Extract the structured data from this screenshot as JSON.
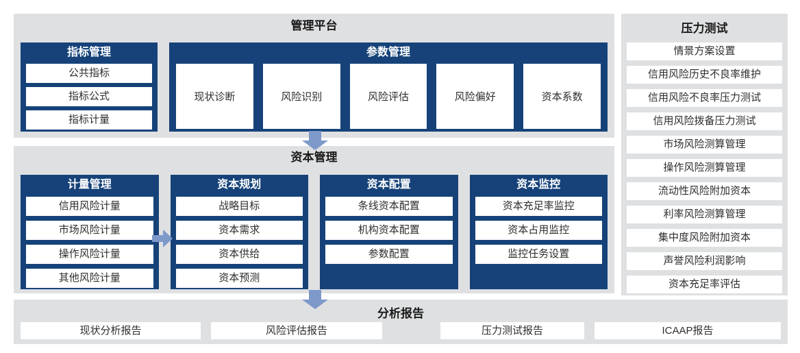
{
  "colors": {
    "navy": "#164279",
    "container_gray": "#dfe0e2",
    "arrow_blue": "#7d99c9",
    "item_text": "#2e2e2e",
    "title_text": "#1a1a1a"
  },
  "top_section": {
    "title": "管理平台",
    "indicator_group": {
      "title": "指标管理",
      "items": [
        "公共指标",
        "指标公式",
        "指标计量"
      ]
    },
    "parameter_group": {
      "title": "参数管理",
      "items": [
        "现状诊断",
        "风险识别",
        "风险评估",
        "风险偏好",
        "资本系数"
      ]
    }
  },
  "capital_section": {
    "title": "资本管理",
    "columns": [
      {
        "title": "计量管理",
        "items": [
          "信用风险计量",
          "市场风险计量",
          "操作风险计量",
          "其他风险计量"
        ]
      },
      {
        "title": "资本规划",
        "items": [
          "战略目标",
          "资本需求",
          "资本供给",
          "资本预测"
        ]
      },
      {
        "title": "资本配置",
        "items": [
          "条线资本配置",
          "机构资本配置",
          "参数配置"
        ]
      },
      {
        "title": "资本监控",
        "items": [
          "资本充足率监控",
          "资本占用监控",
          "监控任务设置"
        ]
      }
    ]
  },
  "stress_panel": {
    "title": "压力测试",
    "items": [
      "情景方案设置",
      "信用风险历史不良率维护",
      "信用风险不良率压力测试",
      "信用风险拨备压力测试",
      "市场风险测算管理",
      "操作风险测算管理",
      "流动性风险附加资本",
      "利率风险测算管理",
      "集中度风险附加资本",
      "声誉风险利润影响",
      "资本充足率评估"
    ]
  },
  "report_section": {
    "title": "分析报告",
    "items": [
      "现状分析报告",
      "风险评估报告",
      "压力测试报告",
      "ICAAP报告"
    ]
  }
}
